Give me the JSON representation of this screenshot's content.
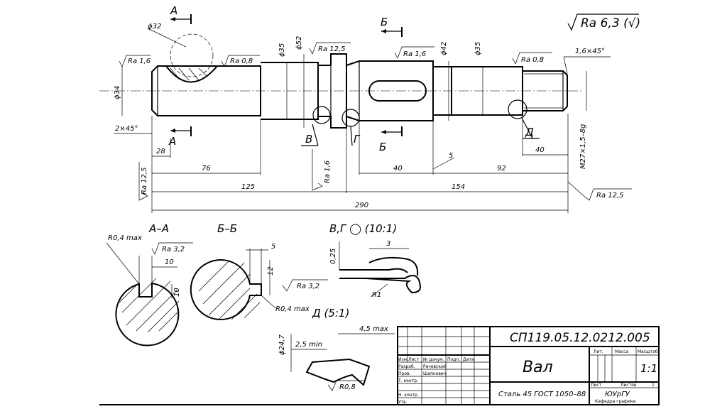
{
  "roughness": {
    "general": "Ra 6,3 (√)",
    "shaft_left": "Ra 1,6",
    "keyway_a": "Ra 0,8",
    "step_35": "Ra 12,5",
    "key_section": "Ra 1,6",
    "thread_side": "Ra 0,8",
    "face_right": "Ra 12,5",
    "face_left": "Ra 12,5",
    "shoulder": "Ra 1,6",
    "section_a": "Ra 3,2",
    "section_b": "Ra 3,2"
  },
  "diameters": {
    "d32": "ϕ32",
    "d34": "ϕ34",
    "d35a": "ϕ35",
    "d52": "ϕ52",
    "d42": "ϕ42",
    "d35b": "ϕ35",
    "d247": "ϕ24,7"
  },
  "dims": {
    "chamfer_left": "2×45°",
    "chamfer_right": "1,6×45°",
    "thread": "M27×1,5–8g",
    "l28": "28",
    "l76": "76",
    "l125": "125",
    "l290": "290",
    "l154": "154",
    "l40a": "40",
    "l92": "92",
    "l5": "5",
    "l40b": "40",
    "r04a": "R0,4 max",
    "r04b": "R0,4 max",
    "w10": "10",
    "h10": "10",
    "b5": "5",
    "b12": "12",
    "v025": "0,25",
    "v3": "3",
    "vr1": "R1",
    "d25": "2,5 min",
    "d45": "4,5 max",
    "dr08": "R0,8"
  },
  "labels": {
    "cut_a_top": "А",
    "cut_a_bottom": "А",
    "cut_b_top": "Б",
    "cut_b_bottom": "Б",
    "view_v": "В",
    "view_g": "Г",
    "view_d": "Д",
    "sec_a": "А–А",
    "sec_b": "Б–Б",
    "detail_vg": "В,Г ◯ (10:1)",
    "detail_d": "Д (5:1)"
  },
  "title_block": {
    "designation": "СП119.05.12.0212.005",
    "part_name": "Вал",
    "material": "Сталь 45 ГОСТ 1050–88",
    "scale": "1:1",
    "org": "ЮУрГУ",
    "dept": "Кафедра графики",
    "col_lit": "Лит.",
    "col_mass": "Масса",
    "col_scale": "Масштаб",
    "sheet": "Лист",
    "sheets": "Листов",
    "sheets_count": "1",
    "row_change": "Изм.",
    "row_sheet": "Лист",
    "row_doc": "№ докум.",
    "row_sign": "Подп.",
    "row_date": "Дата",
    "role_dev": "Разраб.",
    "role_check": "Пров.",
    "role_tcontrol": "Т. контр.",
    "role_ncontrol": "Н. контр.",
    "role_approve": "Утв.",
    "name_dev": "Рачевский",
    "name_check": "Шапкевич"
  }
}
